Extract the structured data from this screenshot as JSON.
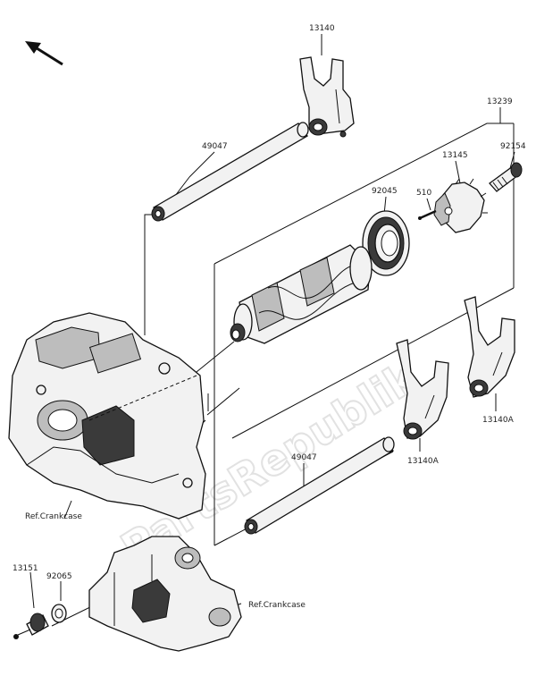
{
  "watermark": "PartsRepublik",
  "labels": {
    "fork_top": "13140",
    "shaft_top": "49047",
    "assembly": "13239",
    "bolt": "92154",
    "plate": "13145",
    "bearing": "92045",
    "pin": "510",
    "shaft_bottom": "49047",
    "fork_mid": "13140A",
    "fork_right": "13140A",
    "crankcase_1": "Ref.Crankcase",
    "crankcase_2": "Ref.Crankcase",
    "washer": "92065",
    "switch": "13151"
  }
}
